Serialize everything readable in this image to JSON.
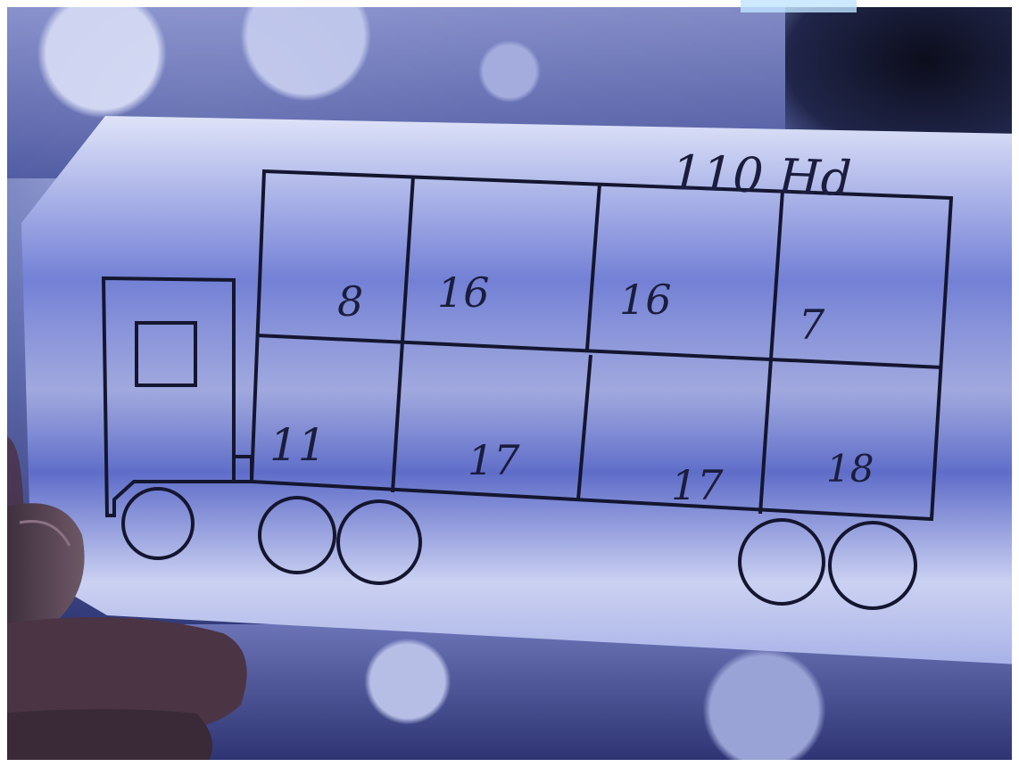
{
  "photo": {
    "header_note": "110 Hd",
    "top_row": [
      "8",
      "16",
      "16",
      "7"
    ],
    "bottom_row": [
      "11",
      "17",
      "17",
      "18"
    ]
  }
}
